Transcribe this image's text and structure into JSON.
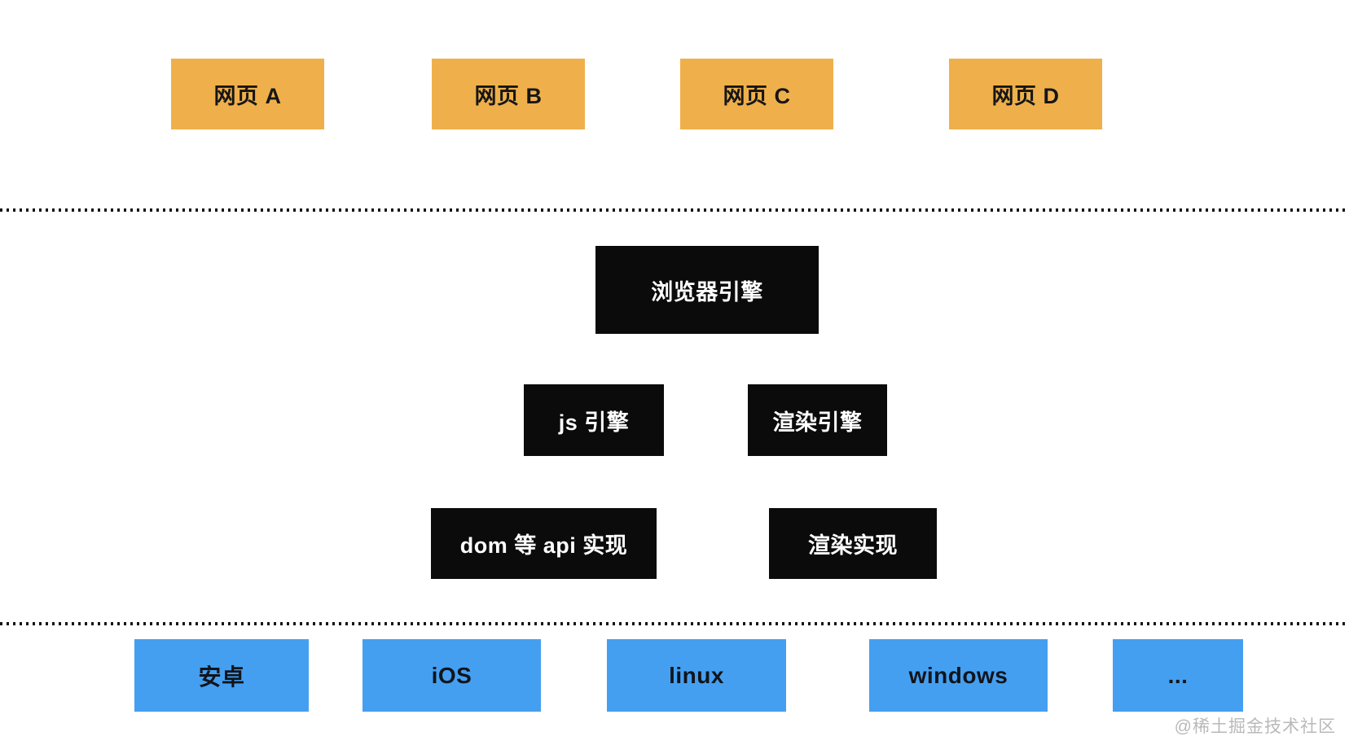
{
  "diagram": {
    "webpages": [
      {
        "label": "网页 A"
      },
      {
        "label": "网页 B"
      },
      {
        "label": "网页 C"
      },
      {
        "label": "网页 D"
      }
    ],
    "browser_engine": {
      "label": "浏览器引擎"
    },
    "engines": [
      {
        "label": "js 引擎"
      },
      {
        "label": "渲染引擎"
      }
    ],
    "implementations": [
      {
        "label": "dom 等 api 实现"
      },
      {
        "label": "渲染实现"
      }
    ],
    "platforms": [
      {
        "label": "安卓"
      },
      {
        "label": "iOS"
      },
      {
        "label": "linux"
      },
      {
        "label": "windows"
      },
      {
        "label": "..."
      }
    ],
    "watermark": "@稀土掘金技术社区"
  },
  "colors": {
    "webpage_box": "#efb04b",
    "engine_box": "#0b0b0b",
    "platform_box": "#459ff0",
    "dotted_line": "#141414",
    "box_text_dark": "#161616",
    "box_text_light": "#ffffff",
    "watermark": "#b9b9b9",
    "background": "#ffffff"
  }
}
